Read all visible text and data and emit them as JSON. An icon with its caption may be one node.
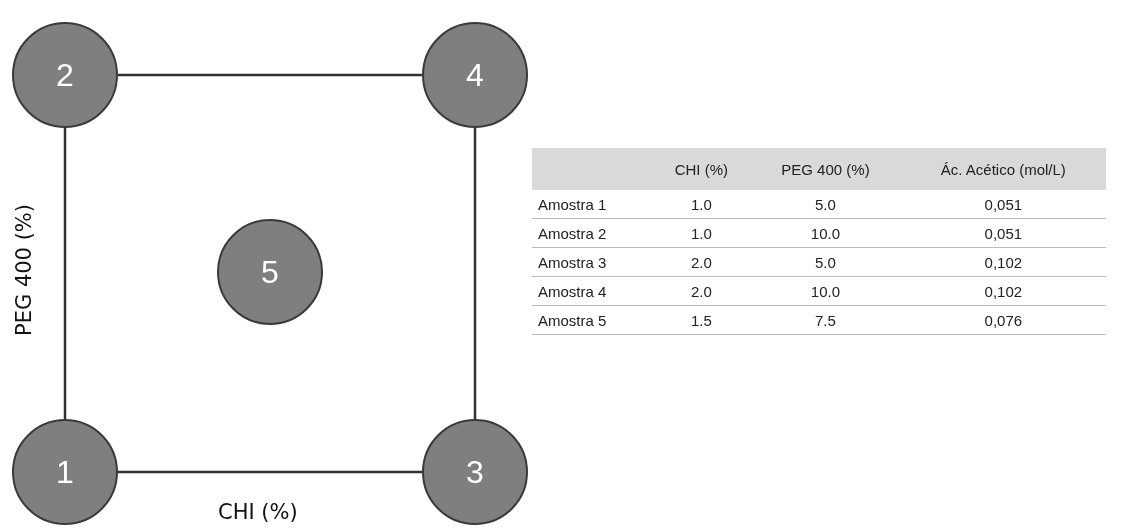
{
  "diagram": {
    "nodes": [
      {
        "text": [
          "2"
        ]
      },
      {
        "text": [
          "4"
        ]
      },
      {
        "text": [
          "5"
        ]
      },
      {
        "text": [
          "1"
        ]
      },
      {
        "text": [
          "3"
        ]
      }
    ],
    "edges": [
      {
        "from": 0,
        "to": 1,
        "arrow": "none"
      },
      {
        "from": 0,
        "to": 3,
        "arrow": "none"
      },
      {
        "from": 1,
        "to": 4,
        "arrow": "none"
      },
      {
        "from": 3,
        "to": 4,
        "arrow": "none"
      }
    ],
    "labels": [
      "PEG 400 (%)",
      "CHI (%)",
      "PEG 400 (%)",
      "Ác. Acético (mol/L)",
      "Amostra 1",
      "1.0",
      "5.0",
      "0,051",
      "Amostra 2",
      "1.0",
      "10.0",
      "0,051",
      "Amostra 3",
      "2.0",
      "5.0",
      "0,102",
      "Amostra 4",
      "2.0",
      "10.0",
      "0,102",
      "Amostra 5",
      "1.5",
      "7.5",
      "0,076",
      "CHI (%)"
    ]
  }
}
